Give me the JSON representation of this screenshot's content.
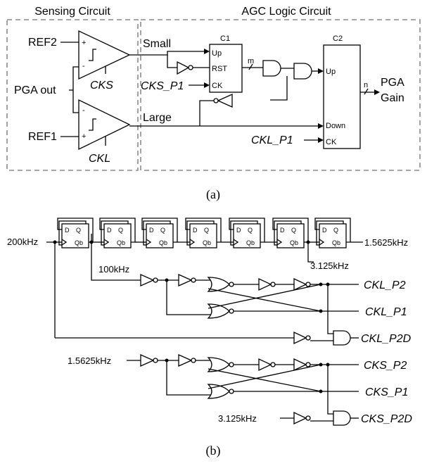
{
  "part_a": {
    "sensing_title": "Sensing Circuit",
    "agc_title": "AGC Logic Circuit",
    "ref2": "REF2",
    "ref1": "REF1",
    "pga_out": "PGA out",
    "cks": "CKS",
    "ckl": "CKL",
    "small": "Small",
    "large": "Large",
    "c1_title": "C1",
    "c1_up": "Up",
    "c1_rst": "RST",
    "c1_ck": "CK",
    "cks_p1": "CKS_P1",
    "m": "m",
    "c2_title": "C2",
    "c2_up": "Up",
    "c2_down": "Down",
    "c2_ck": "CK",
    "ckl_p1": "CKL_P1",
    "n": "n",
    "pga": "PGA",
    "gain": "Gain",
    "plus": "+",
    "minus": "-",
    "caption": "(a)"
  },
  "part_b": {
    "in_200k": "200kHz",
    "f_100k": "100kHz",
    "f_3125k": "3.125kHz",
    "f_15625k": "1.5625kHz",
    "in_15625k": "1.5625kHz",
    "in_3125k": "3.125kHz",
    "ff_d": "D",
    "ff_q": "Q",
    "ff_qb": "Qb",
    "ckl_p2": "CKL_P2",
    "ckl_p1": "CKL_P1",
    "ckl_p2d": "CKL_P2D",
    "cks_p2": "CKS_P2",
    "cks_p1": "CKS_P1",
    "cks_p2d": "CKS_P2D",
    "caption": "(b)"
  }
}
